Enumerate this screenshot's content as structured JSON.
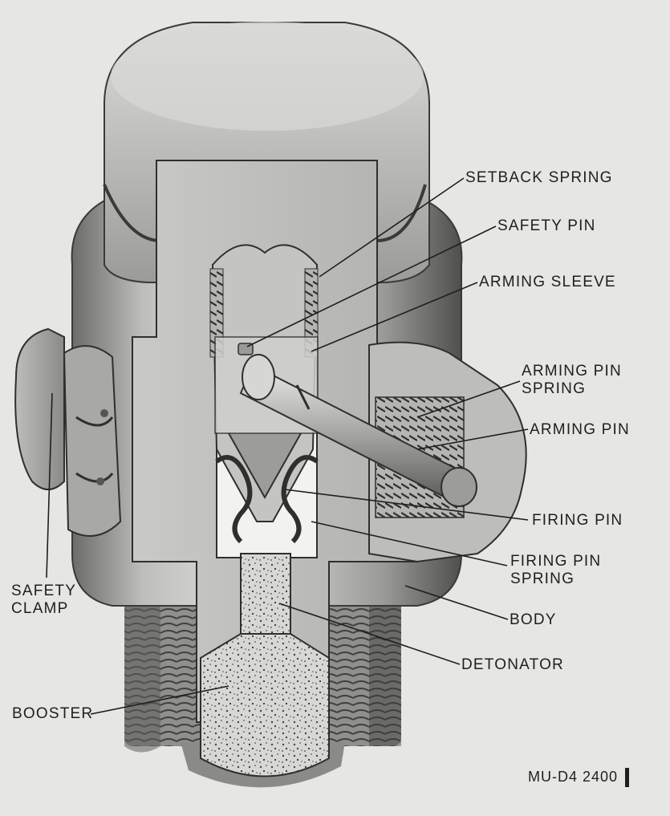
{
  "labels": {
    "setback_spring": "SETBACK SPRING",
    "safety_pin": "SAFETY PIN",
    "arming_sleeve": "ARMING SLEEVE",
    "arming_pin_spring": "ARMING PIN\nSPRING",
    "arming_pin": "ARMING PIN",
    "firing_pin": "FIRING PIN",
    "firing_pin_spring": "FIRING PIN\nSPRING",
    "body": "BODY",
    "detonator": "DETONATOR",
    "safety_clamp": "SAFETY\nCLAMP",
    "booster": "BOOSTER"
  },
  "figure_code": "MU-D4 2400",
  "colors": {
    "paper": "#e6e6e4",
    "ink": "#1f1f1f",
    "metal_light": "#d2d2d0",
    "metal_mid": "#a9a9a7",
    "metal_dark": "#5e5e5c"
  }
}
